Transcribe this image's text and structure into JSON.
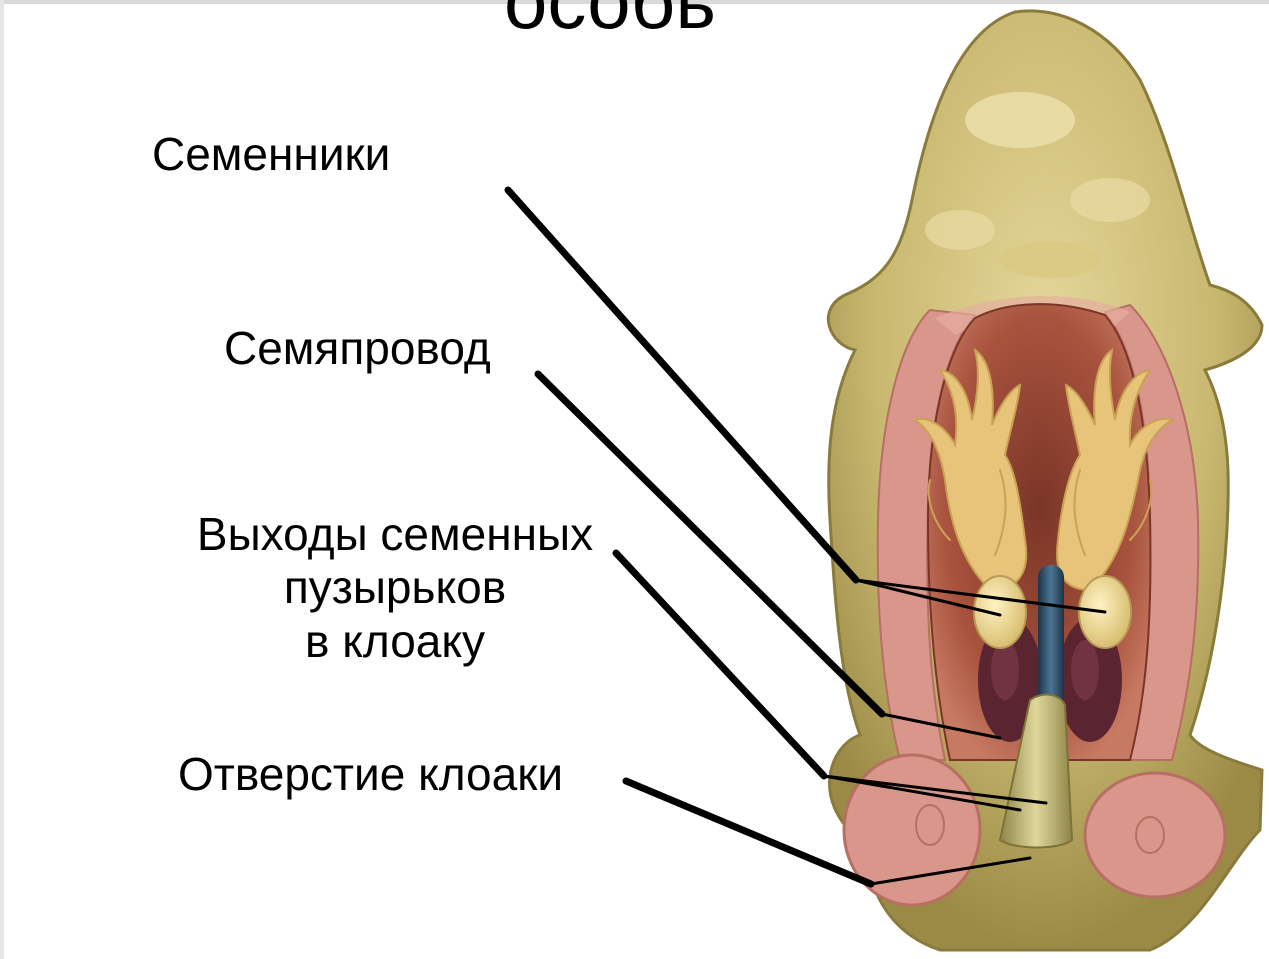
{
  "slide": {
    "title": "особь"
  },
  "labels": {
    "testes": "Семенники",
    "vas_deferens": "Семяпровод",
    "vesicle_exits": [
      "Выходы семенных",
      "пузырьков",
      "в клоаку"
    ],
    "cloaca_opening": "Отверстие клоаки"
  },
  "colors": {
    "skin": "#c9b870",
    "skin_dark": "#9a8a45",
    "muscle": "#d9968a",
    "cavity": "#a8533e",
    "fat_bodies": "#e8c37a",
    "testis": "#f1dc9a",
    "kidney": "#5a2430",
    "vessel": "#2f4e6a",
    "cloaca": "#c4b870",
    "leader_line": "#000000"
  }
}
